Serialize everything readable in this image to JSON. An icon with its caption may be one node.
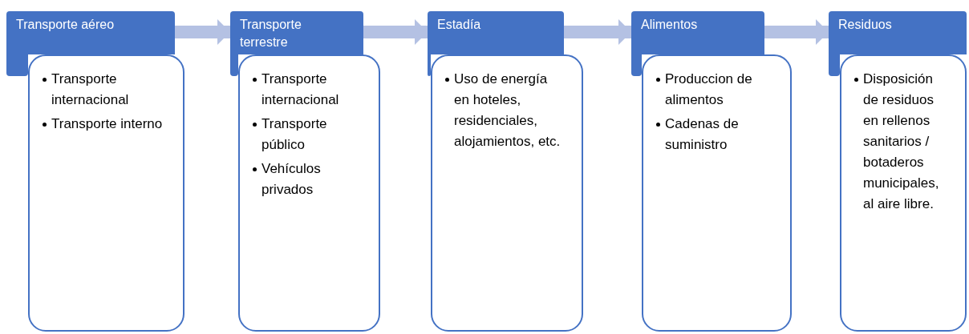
{
  "diagram": {
    "nodes": [
      {
        "text": [
          "Transporte aéreo"
        ]
      },
      {
        "text": [
          "Transporte internacional",
          "Transporte interno"
        ]
      },
      {
        "text": [
          "Transporte terrestre"
        ]
      },
      {
        "text": [
          "Transporte internacional",
          "Transporte público",
          "Vehículos privados"
        ]
      },
      {
        "text": [
          "Estadía"
        ]
      },
      {
        "text": [
          "Uso de energía en hoteles, residenciales, alojamientos, etc."
        ]
      },
      {
        "text": [
          "Alimentos"
        ]
      },
      {
        "text": [
          "Produccion de alimentos",
          "Cadenas de suministro"
        ]
      },
      {
        "text": [
          "Residuos"
        ]
      },
      {
        "text": [
          "Disposición de residuos en rellenos sanitarios / botaderos municipales, al aire libre."
        ]
      }
    ],
    "edges": [
      {
        "from": 0,
        "to": 2,
        "arrow": "to"
      },
      {
        "from": 2,
        "to": 4,
        "arrow": "to"
      },
      {
        "from": 4,
        "to": 6,
        "arrow": "to"
      },
      {
        "from": 6,
        "to": 8,
        "arrow": "to"
      }
    ]
  }
}
